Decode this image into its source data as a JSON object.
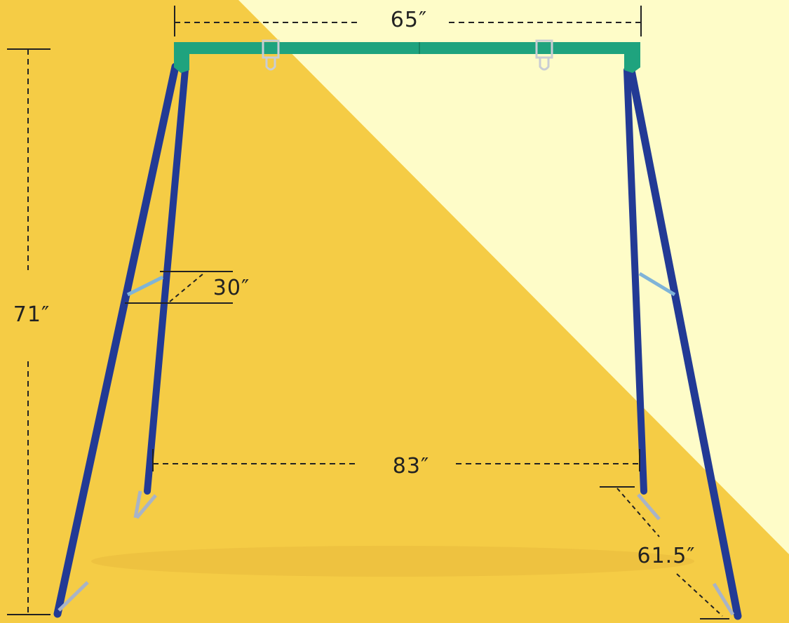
{
  "colors": {
    "background_yellow": "#f5cc45",
    "background_cream": "#fefcc8",
    "top_bar": "#1fa37e",
    "legs": "#223a95",
    "dimension_lines": "#222222"
  },
  "dimensions": {
    "top_beam_length": "65″",
    "height": "71″",
    "brace_spread": "30″",
    "base_width": "83″",
    "base_depth": "61.5″"
  }
}
